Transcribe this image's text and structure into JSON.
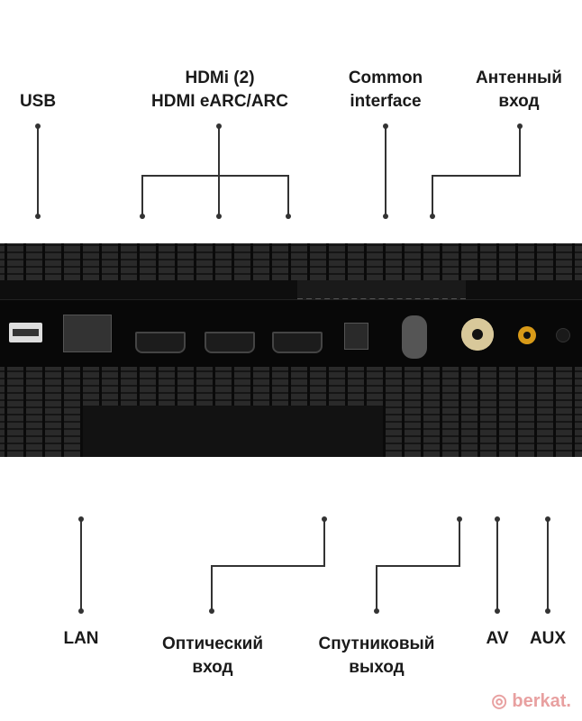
{
  "labels": {
    "usb": "USB",
    "hdmi_line1": "HDMi (2)",
    "hdmi_line2": "HDMI eARC/ARC",
    "ci_line1": "Common",
    "ci_line2": "interface",
    "antenna_line1": "Антенный",
    "antenna_line2": "вход",
    "lan": "LAN",
    "optical_line1": "Оптический",
    "optical_line2": "вход",
    "satellite_line1": "Спутниковый",
    "satellite_line2": "выход",
    "av": "AV",
    "aux": "AUX"
  },
  "watermark": "berkat.",
  "colors": {
    "panel": "#0e0e0e",
    "accent": "#e8a0a0",
    "av_port": "#d8c89a",
    "aux_port": "#d89a18"
  }
}
